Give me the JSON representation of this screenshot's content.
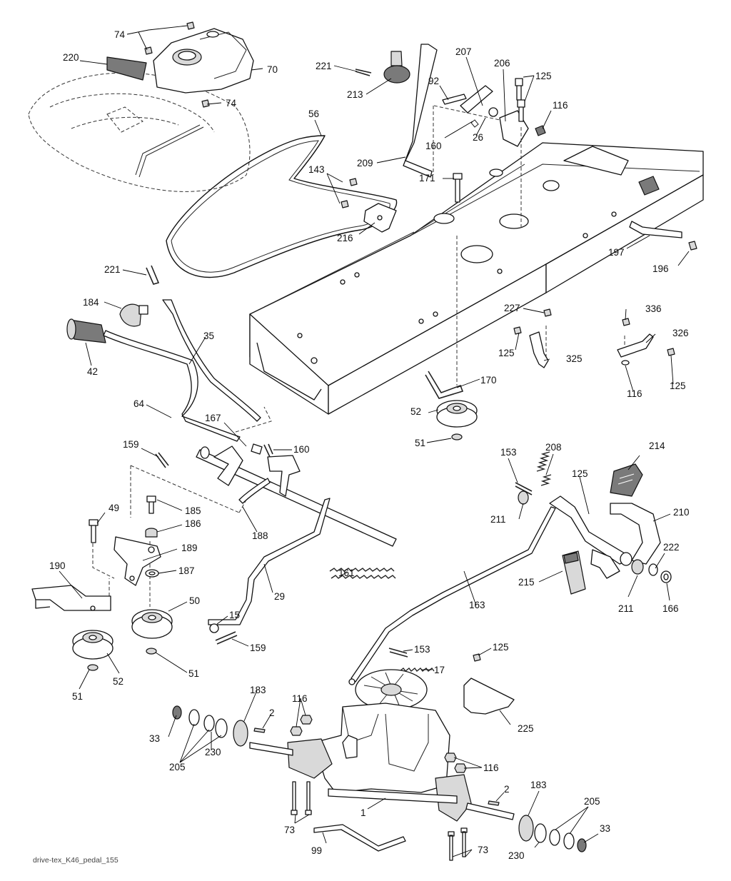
{
  "footer_label": "drive-tex_K46_pedal_155",
  "callouts": {
    "c74a": "74",
    "c220": "220",
    "c70": "70",
    "c74b": "74",
    "c221a": "221",
    "c213": "213",
    "c207": "207",
    "c206": "206",
    "c125a": "125",
    "c92": "92",
    "c116a": "116",
    "c56": "56",
    "c160a": "160",
    "c26": "26",
    "c209": "209",
    "c171": "171",
    "c143": "143",
    "c216": "216",
    "c197": "197",
    "c196": "196",
    "c221b": "221",
    "c184": "184",
    "c35": "35",
    "c42": "42",
    "c227": "227",
    "c336": "336",
    "c326": "326",
    "c125b": "125",
    "c325": "325",
    "c116b": "116",
    "c125c": "125",
    "c170": "170",
    "c64": "64",
    "c167": "167",
    "c52a": "52",
    "c51a": "51",
    "c160b": "160",
    "c159a": "159",
    "c153a": "153",
    "c208": "208",
    "c214": "214",
    "c125d": "125",
    "c210": "210",
    "c211a": "211",
    "c49": "49",
    "c185": "185",
    "c186": "186",
    "c188": "188",
    "c189": "189",
    "c187": "187",
    "c161": "161",
    "c222": "222",
    "c190": "190",
    "c50": "50",
    "c29": "29",
    "c163": "163",
    "c215": "215",
    "c211b": "211",
    "c166": "166",
    "c15": "15",
    "c159b": "159",
    "c125e": "125",
    "c153b": "153",
    "c17": "17",
    "c51b": "51",
    "c52b": "52",
    "c51c": "51",
    "c183a": "183",
    "c116c": "116",
    "c2a": "2",
    "c225": "225",
    "c33a": "33",
    "c230a": "230",
    "c205a": "205",
    "c116d": "116",
    "c2b": "2",
    "c183b": "183",
    "c73a": "73",
    "c1": "1",
    "c205b": "205",
    "c33b": "33",
    "c99": "99",
    "c230b": "230",
    "c73b": "73"
  }
}
